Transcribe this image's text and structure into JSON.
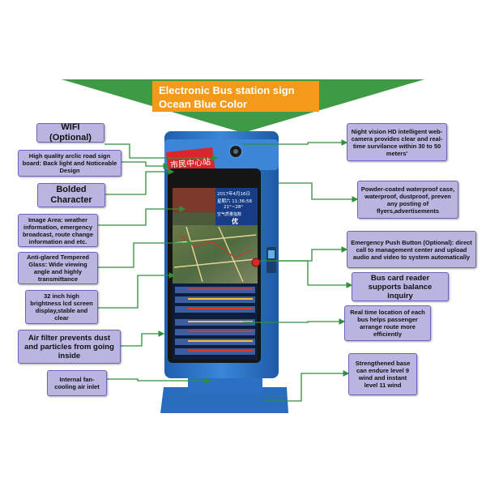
{
  "title": {
    "line1": "Electronic Bus station sign",
    "line2": "Ocean Blue Color"
  },
  "sign": {
    "station_name": "市民中心站",
    "screen_date": "2017年4月16日",
    "screen_day_time": "星期六 11:36:58",
    "screen_temp": "21°~28°",
    "screen_air_label": "空气质量指数",
    "screen_air_value": "优"
  },
  "callouts_left": [
    {
      "id": "wifi",
      "text": "WIFI (Optional)"
    },
    {
      "id": "sign-board",
      "text": "High quality arclic road sign board: Back light and Noticeable Design"
    },
    {
      "id": "bolded",
      "text": "Bolded Character"
    },
    {
      "id": "image-area",
      "text": "Image Area: weather information, emergency broadcast, route change information and etc."
    },
    {
      "id": "glass",
      "text": "Anti-glared Tempered Glass: Wide viewing angle and highly transmittance"
    },
    {
      "id": "lcd",
      "text": "32 inch high brightness lcd screen display,stable and clear"
    },
    {
      "id": "air-filter",
      "text": "Air filter prevents dust and particles from going inside"
    },
    {
      "id": "fan",
      "text": "Internal fan-cooling air inlet"
    }
  ],
  "callouts_right": [
    {
      "id": "camera",
      "text": "Night vision HD intelligent web-camera provides clear and real-time survilance within 30 to 50 meters'"
    },
    {
      "id": "case",
      "text": "Powder-coated waterproof case, waterproof, dustproof, preven any posting of flyers,advertisements"
    },
    {
      "id": "emergency",
      "text": "Emergency Push Button (Optional): direct call to management center and upload audio and video to system automatically"
    },
    {
      "id": "card-reader",
      "text": "Bus card reader supports balance inquiry"
    },
    {
      "id": "realtime",
      "text": "Real time location of each bus helps passenger arrange route more efficiently"
    },
    {
      "id": "base",
      "text": "Strengthened base can endure level 9 wind and instant level 11 wind"
    }
  ],
  "colors": {
    "banner_green": "#3e9a45",
    "title_orange": "#f39a1b",
    "callout_fill": "#b9b4e0",
    "arrow_green": "#2f8f3c",
    "sign_blue": "#2e73c8",
    "station_red": "#d8262a"
  }
}
